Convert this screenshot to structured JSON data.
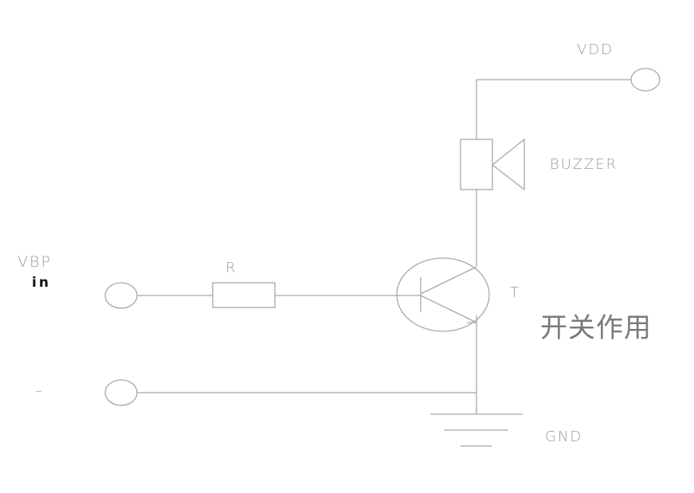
{
  "labels": {
    "vdd": "VDD",
    "buzzer": "BUZZER",
    "vbp": "VBP",
    "in": "in",
    "resistor": "R",
    "transistor": "T",
    "function_note": "开关作用",
    "minus": "–",
    "gnd": "GND"
  },
  "colors": {
    "wire": "#a8a8a8",
    "text": "#9a9a9a",
    "in_label": "#111111"
  }
}
